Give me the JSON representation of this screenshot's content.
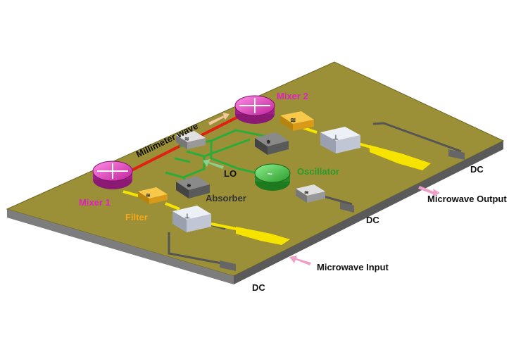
{
  "labels": {
    "mixer1": "Mixer 1",
    "mixer2": "Mixer 2",
    "filter": "Filter",
    "millimeter_wave": "Millimeter wave",
    "lo": "LO",
    "absorber": "Absorber",
    "oscillator": "Oscillator",
    "dc_bottom": "DC",
    "dc_middle": "DC",
    "dc_right": "DC",
    "microwave_input": "Microwave Input",
    "microwave_output": "Microwave Output"
  },
  "colors": {
    "board_top": "#9b9038",
    "board_edge": "#7d7d7d",
    "board_bottom": "#4a4a4a",
    "mixer": "#e040c0",
    "filter": "#f2b221",
    "oscillator": "#3fbf3f",
    "millimeter_line": "#e02010",
    "lo_line": "#2eaa3a",
    "signal_line": "#f6e400",
    "dc_line": "#555555",
    "mixer_label": "#e020c0",
    "filter_label": "#f4a818",
    "oscillator_label": "#2a9a2a",
    "arrow_pink": "#f0a0c8",
    "arrow_peach": "#f4c8a0",
    "arrow_green": "#8ad08a"
  }
}
